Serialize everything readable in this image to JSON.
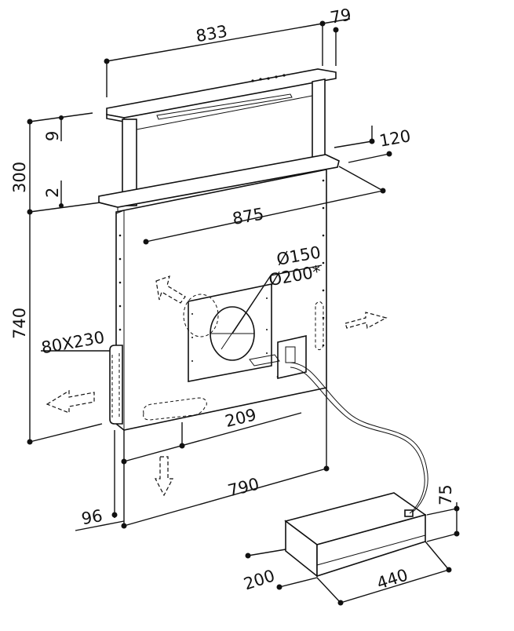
{
  "dimensions": {
    "width_total": "833",
    "depth_top": "79",
    "top_thickness": "9",
    "lift_height": "300",
    "lower_gap": "2",
    "width_body": "875",
    "depth_flange": "120",
    "duct_diameter": "Ø150",
    "duct_diameter_alt": "Ø200*",
    "side_opening": "80X230",
    "body_height": "740",
    "bottom_offset": "209",
    "body_width": "790",
    "bottom_depth": "96",
    "motor_height": "75",
    "motor_depth": "200",
    "motor_width": "440"
  },
  "colors": {
    "line": "#111111",
    "background": "#ffffff"
  }
}
